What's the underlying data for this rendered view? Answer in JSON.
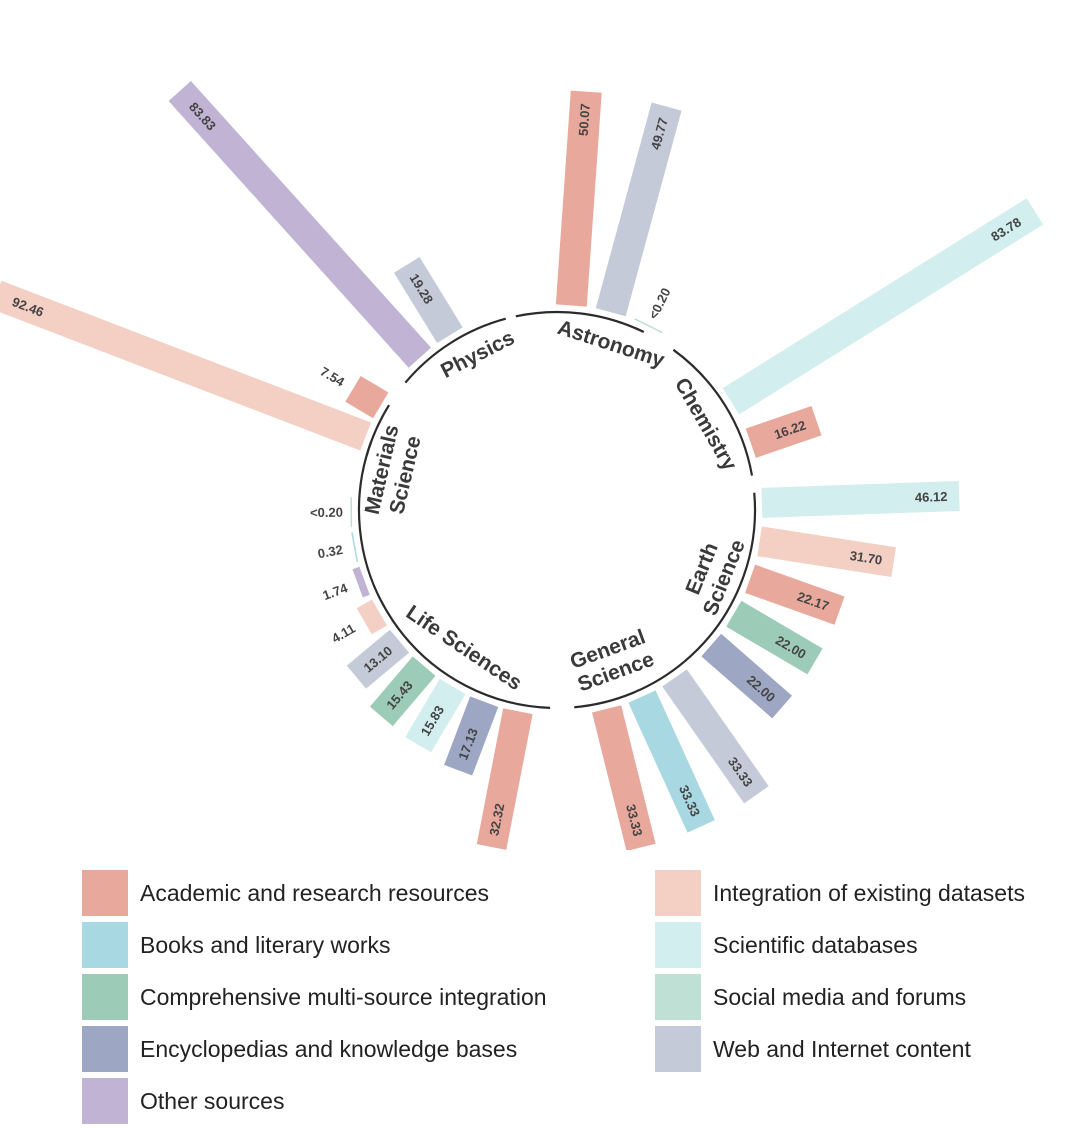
{
  "colors": {
    "Academic and research resources": "#e8a89c",
    "Books and literary works": "#a8d8e2",
    "Comprehensive multi-source integration": "#9cccb8",
    "Encyclopedias and knowledge bases": "#9da6c2",
    "Other sources": "#c0b3d3",
    "Integration of existing datasets": "#f3cfc4",
    "Scientific databases": "#d2eeee",
    "Social media and forums": "#bfe0d4",
    "Web and Internet content": "#c5cad9"
  },
  "legend": [
    "Academic and research resources",
    "Books and literary works",
    "Comprehensive multi-source integration",
    "Encyclopedias and knowledge bases",
    "Other sources",
    "Integration of existing datasets",
    "Scientific databases",
    "Social media and forums",
    "Web and Internet content"
  ],
  "chart_data": {
    "type": "bar",
    "layout": "radial",
    "title": "",
    "groups": [
      {
        "name": "Astronomy",
        "label_lines": [
          "Astronomy"
        ],
        "bars": [
          {
            "series": "Academic and research resources",
            "value": 50.07,
            "label": "50.07"
          },
          {
            "series": "Web and Internet content",
            "value": 49.77,
            "label": "49.77"
          },
          {
            "series": "Social media and forums",
            "value": 0.2,
            "label": "<0.20"
          }
        ]
      },
      {
        "name": "Chemistry",
        "label_lines": [
          "Chemistry"
        ],
        "bars": [
          {
            "series": "Scientific databases",
            "value": 83.78,
            "label": "83.78"
          },
          {
            "series": "Academic and research resources",
            "value": 16.22,
            "label": "16.22"
          }
        ]
      },
      {
        "name": "Earth Science",
        "label_lines": [
          "Earth",
          "Science"
        ],
        "bars": [
          {
            "series": "Scientific databases",
            "value": 46.12,
            "label": "46.12"
          },
          {
            "series": "Integration of existing datasets",
            "value": 31.7,
            "label": "31.70"
          },
          {
            "series": "Academic and research resources",
            "value": 22.17,
            "label": "22.17"
          },
          {
            "series": "Comprehensive multi-source integration",
            "value": 22.0,
            "label": "22.00"
          },
          {
            "series": "Encyclopedias and knowledge bases",
            "value": 22.0,
            "label": "22.00"
          }
        ]
      },
      {
        "name": "General Science",
        "label_lines": [
          "General",
          "Science"
        ],
        "bars": [
          {
            "series": "Academic and research resources",
            "value": 33.33,
            "label": "33.33"
          },
          {
            "series": "Books and literary works",
            "value": 33.33,
            "label": "33.33"
          },
          {
            "series": "Web and Internet content",
            "value": 33.33,
            "label": "33.33"
          }
        ]
      },
      {
        "name": "Life Sciences",
        "label_lines": [
          "Life Sciences"
        ],
        "bars": [
          {
            "series": "Academic and research resources",
            "value": 32.32,
            "label": "32.32"
          },
          {
            "series": "Encyclopedias and knowledge bases",
            "value": 17.13,
            "label": "17.13"
          },
          {
            "series": "Scientific databases",
            "value": 15.83,
            "label": "15.83"
          },
          {
            "series": "Comprehensive multi-source integration",
            "value": 15.43,
            "label": "15.43"
          },
          {
            "series": "Web and Internet content",
            "value": 13.1,
            "label": "13.10"
          },
          {
            "series": "Integration of existing datasets",
            "value": 4.11,
            "label": "4.11"
          },
          {
            "series": "Other sources",
            "value": 1.74,
            "label": "1.74"
          },
          {
            "series": "Books and literary works",
            "value": 0.32,
            "label": "0.32"
          },
          {
            "series": "Social media and forums",
            "value": 0.2,
            "label": "<0.20"
          }
        ]
      },
      {
        "name": "Materials Science",
        "label_lines": [
          "Materials",
          "Science"
        ],
        "bars": [
          {
            "series": "Integration of existing datasets",
            "value": 92.46,
            "label": "92.46"
          },
          {
            "series": "Academic and research resources",
            "value": 7.54,
            "label": "7.54"
          }
        ]
      },
      {
        "name": "Physics",
        "label_lines": [
          "Physics"
        ],
        "bars": [
          {
            "series": "Other sources",
            "value": 83.83,
            "label": "83.83"
          },
          {
            "series": "Web and Internet content",
            "value": 19.28,
            "label": "19.28"
          }
        ]
      }
    ]
  }
}
